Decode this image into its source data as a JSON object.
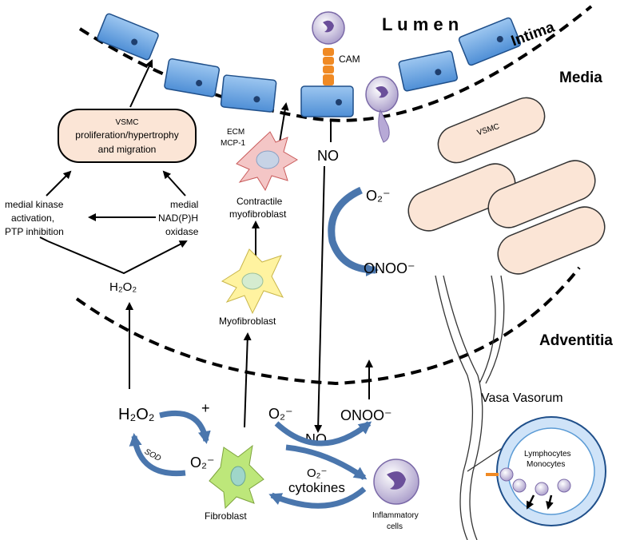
{
  "regions": {
    "lumen": "L u m e n",
    "intima": "Intima",
    "media": "Media",
    "adventitia": "Adventitia",
    "vasa_vasorum": "Vasa Vasorum"
  },
  "labels": {
    "cam": "CAM",
    "vsmc_cell": "VSMC",
    "vsmc_box_l1": "VSMC",
    "vsmc_box_l2": "proliferation/hypertrophy",
    "vsmc_box_l3": "and migration",
    "ecm": "ECM",
    "mcp1": "MCP-1",
    "contractile_l1": "Contractile",
    "contractile_l2": "myofibroblast",
    "myofibroblast": "Myofibroblast",
    "fibroblast": "Fibroblast",
    "medial_kinase_l1": "medial kinase",
    "medial_kinase_l2": "activation,",
    "medial_kinase_l3": "PTP inhibition",
    "medial_nadph_l1": "medial",
    "medial_nadph_l2": "NAD(P)H",
    "medial_nadph_l3": "oxidase",
    "sod": "SOD",
    "plus": "+",
    "lymphocytes": "Lymphocytes",
    "monocytes": "Monocytes",
    "inflammatory_l1": "Inflammatory",
    "inflammatory_l2": "cells",
    "cytokines": "cytokines"
  },
  "chem": {
    "no": "NO",
    "h2o2": "H₂O₂",
    "o2": "O₂⁻",
    "onoo": "ONOO⁻"
  },
  "colors": {
    "endothelium": "#5b9bd5",
    "endothelium_light": "#cfe3f8",
    "nucleus": "#1f3f6e",
    "vsmc_fill": "#fbe5d6",
    "cam": "#f08a24",
    "arrow_blue": "#4a76ad",
    "leukocyte": "#8064a2",
    "myofibroblast": "#fff3a0",
    "fibroblast": "#bde77a",
    "contractile": "#f4c6c6"
  }
}
